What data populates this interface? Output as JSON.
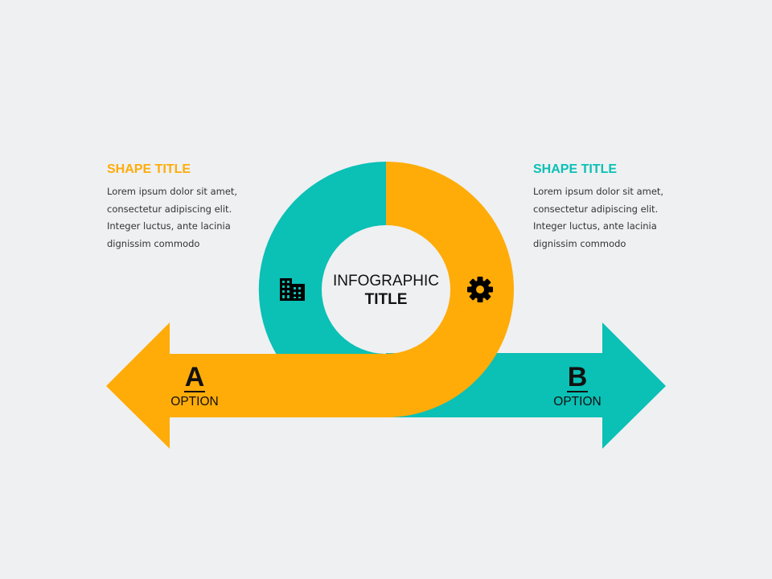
{
  "colors": {
    "orange": "#FFAC09",
    "teal": "#0BC0B5",
    "background": "#eef0f2"
  },
  "left_block": {
    "title": "SHAPE TITLE",
    "body_lines": [
      "Lorem ipsum dolor sit amet,",
      "consectetur adipiscing elit.",
      "Integer luctus, ante lacinia",
      "dignissim commodo"
    ]
  },
  "right_block": {
    "title": "SHAPE TITLE",
    "body_lines": [
      "Lorem ipsum dolor sit amet,",
      "consectetur adipiscing elit.",
      "Integer luctus, ante lacinia",
      "dignissim commodo"
    ]
  },
  "center": {
    "line1": "INFOGRAPHIC",
    "line2": "TITLE"
  },
  "option_a": {
    "letter": "A",
    "label": "OPTION"
  },
  "option_b": {
    "letter": "B",
    "label": "OPTION"
  },
  "icons": {
    "left": "building-icon",
    "right": "gear-icon"
  }
}
